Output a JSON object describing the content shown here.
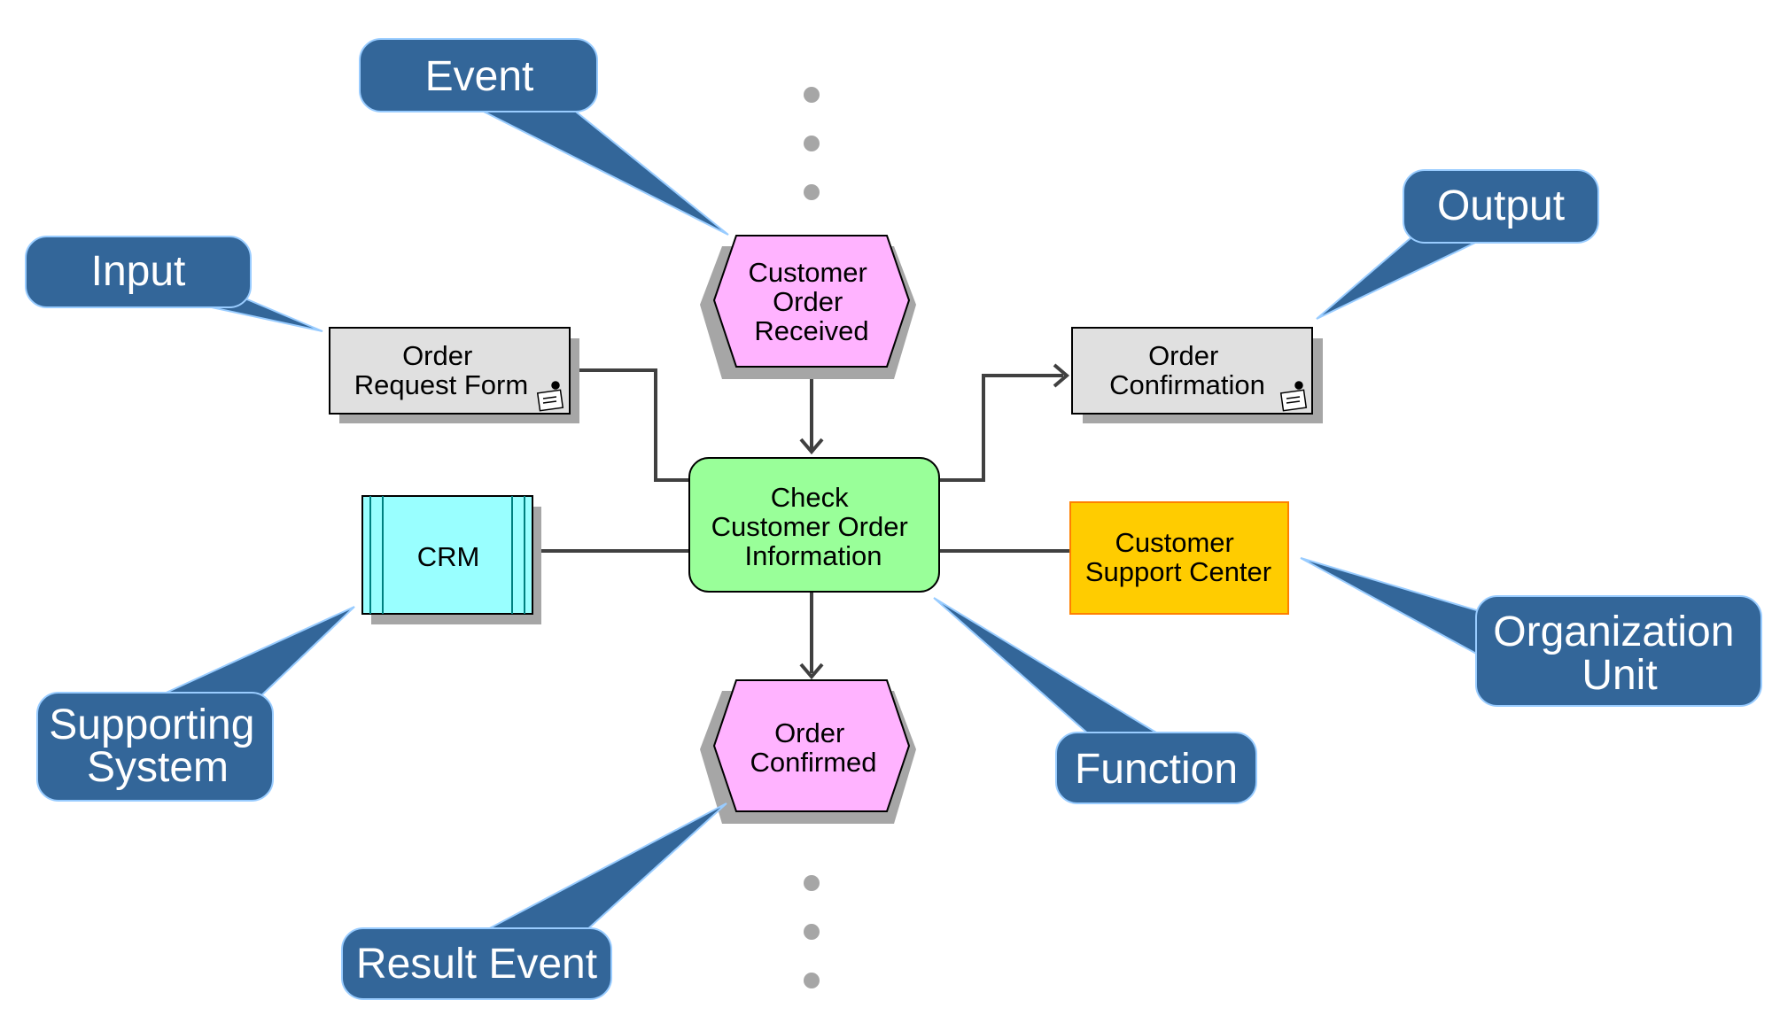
{
  "nodes": {
    "event_start": {
      "lines": [
        "Customer",
        "Order",
        "Received"
      ],
      "fill": "#ffb3ff"
    },
    "input_doc": {
      "lines": [
        "Order",
        "Request Form"
      ],
      "fill": "#e0e0e0"
    },
    "output_doc": {
      "lines": [
        "Order",
        "Confirmation"
      ],
      "fill": "#e0e0e0"
    },
    "function": {
      "lines": [
        "Check",
        "Customer Order",
        "Information"
      ],
      "fill": "#99ff99"
    },
    "system": {
      "lines": [
        "CRM"
      ],
      "fill": "#99ffff"
    },
    "org_unit": {
      "lines": [
        "Customer",
        "Support Center"
      ],
      "fill": "#ffcc00"
    },
    "event_result": {
      "lines": [
        "Order",
        "Confirmed"
      ],
      "fill": "#ffb3ff"
    }
  },
  "callouts": {
    "event": {
      "lines": [
        "Event"
      ]
    },
    "input": {
      "lines": [
        "Input"
      ]
    },
    "output": {
      "lines": [
        "Output"
      ]
    },
    "supporting_system": {
      "lines": [
        "Supporting",
        "System"
      ]
    },
    "organization_unit": {
      "lines": [
        "Organization",
        "Unit"
      ]
    },
    "function": {
      "lines": [
        "Function"
      ]
    },
    "result_event": {
      "lines": [
        "Result Event"
      ]
    }
  },
  "colors": {
    "callout_fill": "#336699",
    "callout_stroke": "#99ccff",
    "connector": "#404040",
    "shadow": "#a6a6a6",
    "ellipsis_dot": "#a6a6a6"
  }
}
